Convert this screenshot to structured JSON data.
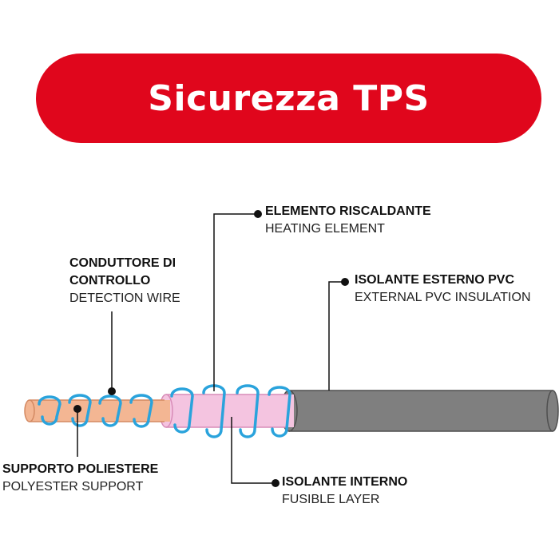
{
  "title": "Sicurezza TPS",
  "colors": {
    "banner": "#e0061c",
    "banner_text": "#ffffff",
    "copper": "#f3b693",
    "copper_stroke": "#d48a63",
    "pink": "#f4c4e0",
    "pink_stroke": "#d88cb8",
    "outer": "#7f7f7f",
    "outer_stroke": "#4f4f4f",
    "spiral": "#2aa3dc",
    "leader": "#111111",
    "text": "#111111"
  },
  "labels": {
    "detection": {
      "it_line1": "CONDUTTORE DI",
      "it_line2": "CONTROLLO",
      "en": "DETECTION WIRE"
    },
    "heating": {
      "it": "ELEMENTO RISCALDANTE",
      "en": "HEATING ELEMENT"
    },
    "external": {
      "it": "ISOLANTE ESTERNO PVC",
      "en": "EXTERNAL PVC INSULATION"
    },
    "support": {
      "it": "SUPPORTO POLIESTERE",
      "en": "POLYESTER SUPPORT"
    },
    "fusible": {
      "it": "ISOLANTE INTERNO",
      "en": "FUSIBLE LAYER"
    }
  }
}
